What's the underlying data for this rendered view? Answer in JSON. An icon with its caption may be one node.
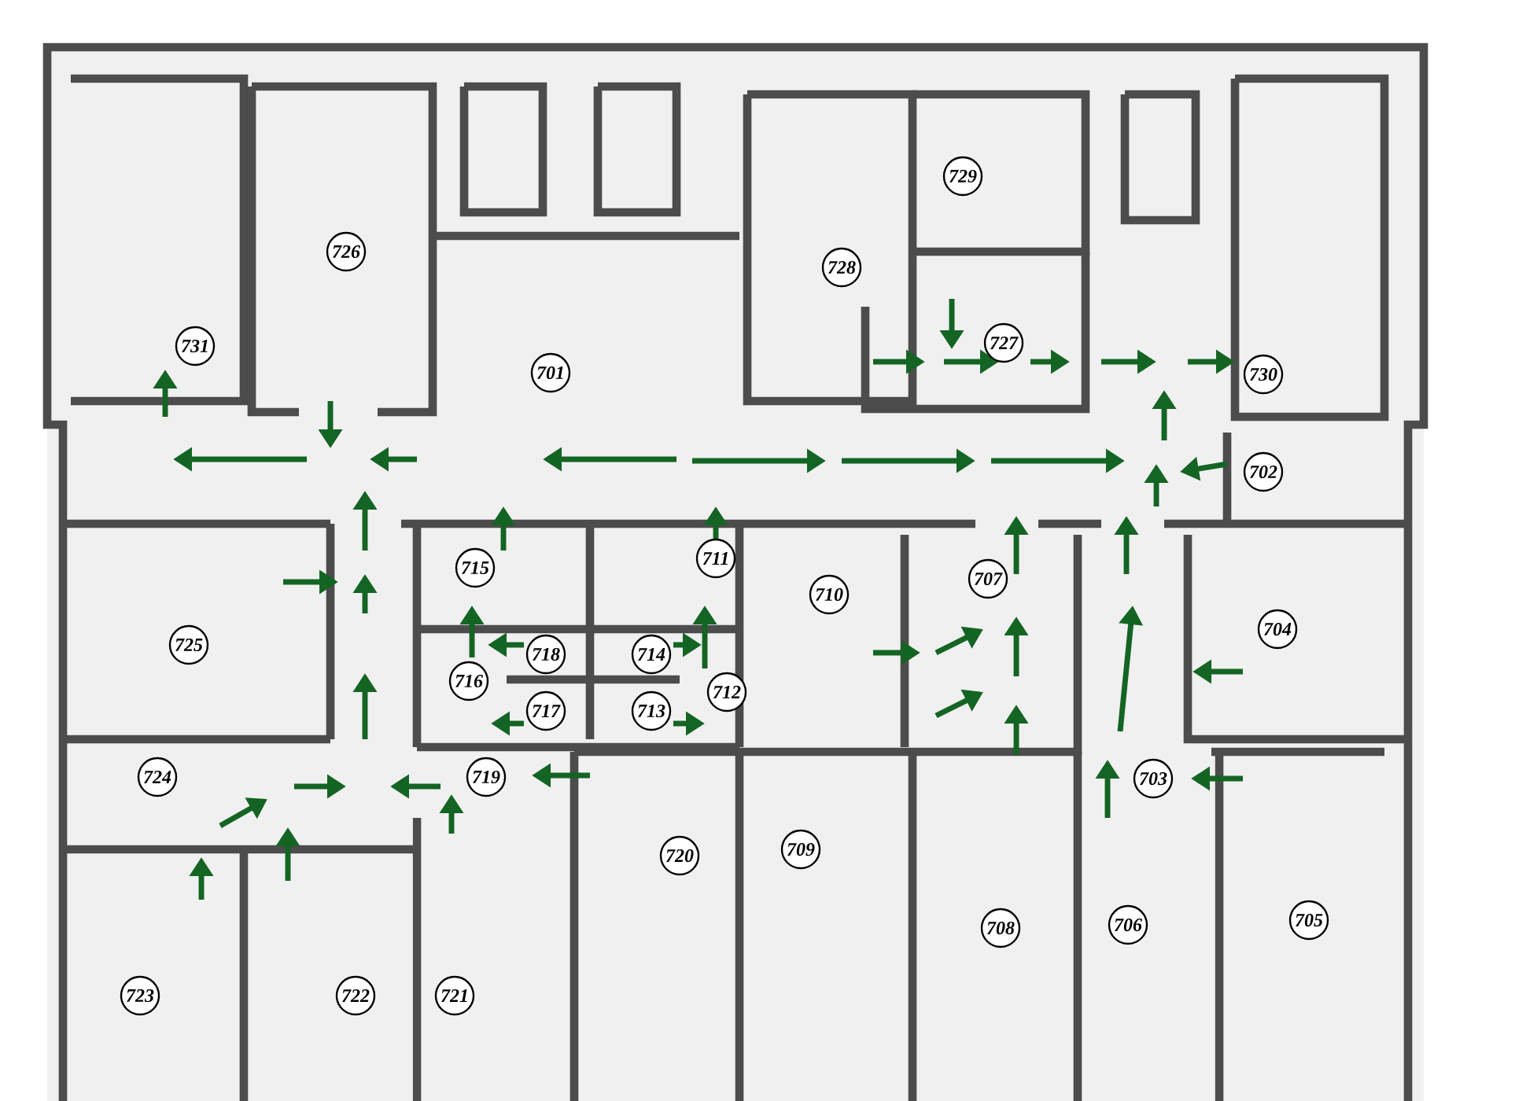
{
  "diagram": {
    "nodes": [
      {
        "text": [
          "701"
        ]
      },
      {
        "text": [
          "702"
        ]
      },
      {
        "text": [
          "703"
        ]
      },
      {
        "text": [
          "704"
        ]
      },
      {
        "text": [
          "705"
        ]
      },
      {
        "text": [
          "706"
        ]
      },
      {
        "text": [
          "707"
        ]
      },
      {
        "text": [
          "708"
        ]
      },
      {
        "text": [
          "709"
        ]
      },
      {
        "text": [
          "710"
        ]
      },
      {
        "text": [
          "711"
        ]
      },
      {
        "text": [
          "712"
        ]
      },
      {
        "text": [
          "713"
        ]
      },
      {
        "text": [
          "714"
        ]
      },
      {
        "text": [
          "715"
        ]
      },
      {
        "text": [
          "716"
        ]
      },
      {
        "text": [
          "717"
        ]
      },
      {
        "text": [
          "718"
        ]
      },
      {
        "text": [
          "719"
        ]
      },
      {
        "text": [
          "720"
        ]
      },
      {
        "text": [
          "721"
        ]
      },
      {
        "text": [
          "722"
        ]
      },
      {
        "text": [
          "723"
        ]
      },
      {
        "text": [
          "724"
        ]
      },
      {
        "text": [
          "725"
        ]
      },
      {
        "text": [
          "726"
        ]
      },
      {
        "text": [
          "727"
        ]
      },
      {
        "text": [
          "728"
        ]
      },
      {
        "text": [
          "729"
        ]
      },
      {
        "text": [
          "730"
        ]
      },
      {
        "text": [
          "731"
        ]
      }
    ]
  }
}
